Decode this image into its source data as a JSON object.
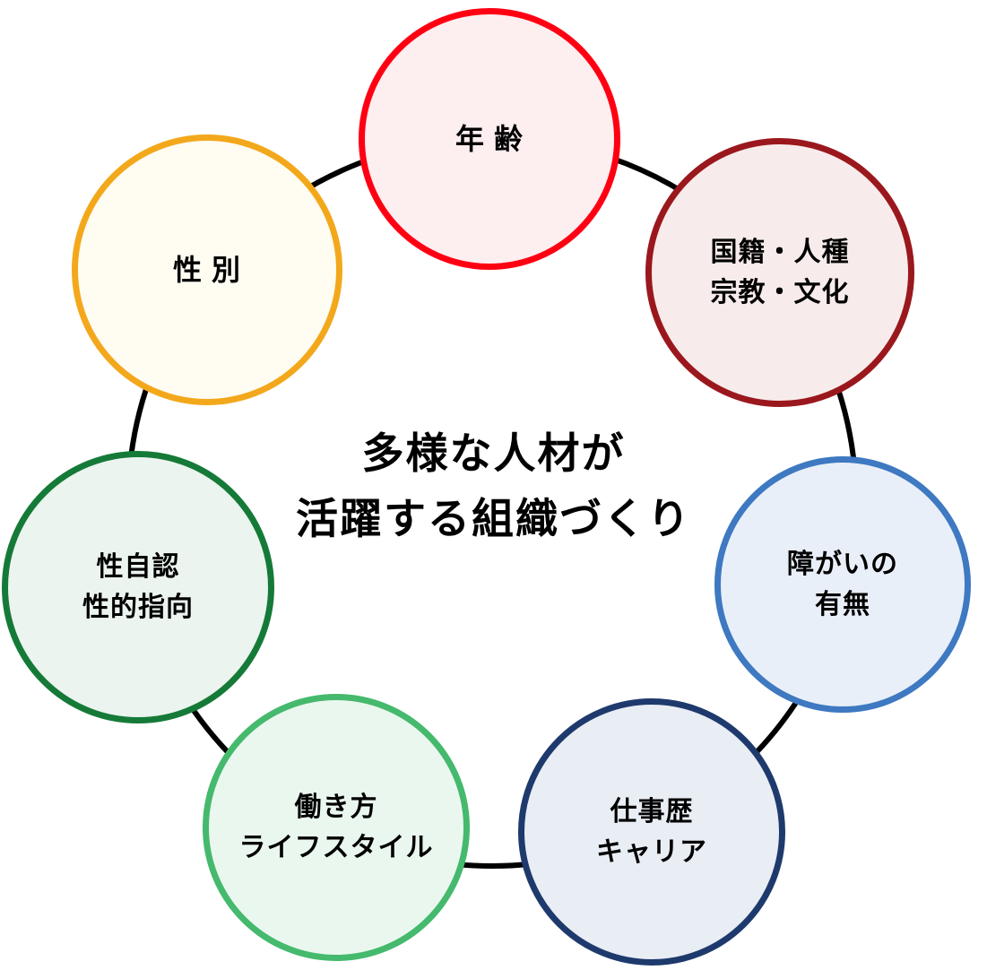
{
  "center": {
    "title_line1": "多様な人材が",
    "title_line2": "活躍する組織づくり"
  },
  "ring_color": "#000000",
  "circles": [
    {
      "id": "age",
      "label": "年 齢",
      "border_color": "#ff0013",
      "fill_color": "#fdeef0"
    },
    {
      "id": "nationality",
      "label": "国籍・人種\n宗教・文化",
      "border_color": "#9a181d",
      "fill_color": "#f7eceb"
    },
    {
      "id": "disability",
      "label": "障がいの\n有無",
      "border_color": "#3e79c1",
      "fill_color": "#e9eff8"
    },
    {
      "id": "career",
      "label": "仕事歴\nキャリア",
      "border_color": "#1e3a6d",
      "fill_color": "#e9edf4"
    },
    {
      "id": "workstyle",
      "label": "働き方\nライフスタイル",
      "border_color": "#45b96d",
      "fill_color": "#eaf7ef"
    },
    {
      "id": "gender-identity",
      "label": "性自認\n性的指向",
      "border_color": "#157a38",
      "fill_color": "#ebf4ee"
    },
    {
      "id": "gender",
      "label": "性 別",
      "border_color": "#f3a81c",
      "fill_color": "#fffcf2"
    }
  ]
}
